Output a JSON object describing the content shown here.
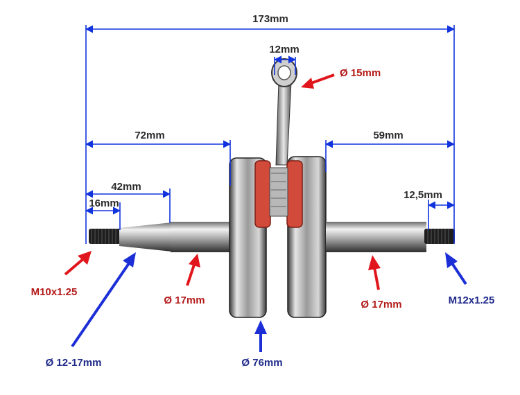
{
  "colors": {
    "dimension_line": "#1133dd",
    "red_arrow": "#e0161c",
    "blue_arrow": "#1c2fd6",
    "red_text": "#b31a1a",
    "blue_text": "#1f2a8a",
    "text": "#2a2a2a",
    "seal": "#d24a3a",
    "steel_light": "#e8e8e8",
    "steel_dark": "#3a3a3a"
  },
  "dimensions": {
    "total_length": "173mm",
    "conrod_width": "12mm",
    "left_to_web": "72mm",
    "right_to_web": "59mm",
    "left_taper": "42mm",
    "left_thread": "16mm",
    "right_thread": "12,5mm"
  },
  "callouts": {
    "small_end": "Ø 15mm",
    "left_thread_size": "M10x1.25",
    "left_taper_diameter": "Ø 12-17mm",
    "left_bearing_diameter": "Ø 17mm",
    "flywheel_diameter": "Ø 76mm",
    "right_bearing_diameter": "Ø 17mm",
    "right_thread_size": "M12x1.25"
  },
  "icons": {
    "arrow": "arrow-icon",
    "crankshaft": "crankshaft-illustration"
  }
}
